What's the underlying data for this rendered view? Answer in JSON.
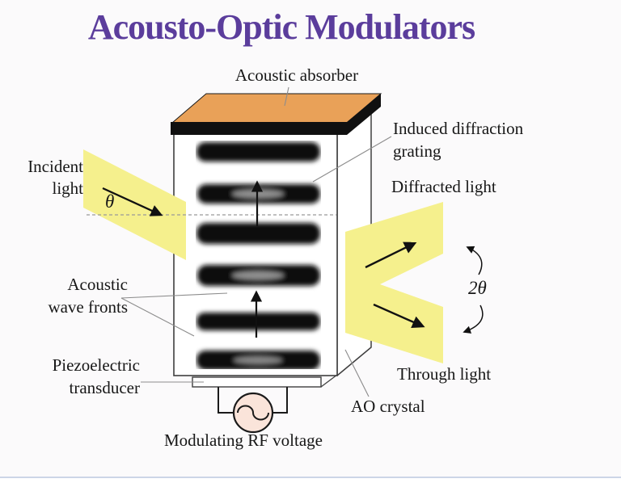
{
  "title": "Acousto-Optic Modulators",
  "labels": {
    "acoustic_absorber": "Acoustic absorber",
    "incident_light": "Incident\nlight",
    "theta": "θ",
    "induced_grating": "Induced diffraction\ngrating",
    "diffracted_light": "Diffracted light",
    "two_theta": "2θ",
    "acoustic_wave_fronts": "Acoustic\nwave fronts",
    "piezoelectric_transducer": "Piezoelectric\ntransducer",
    "through_light": "Through light",
    "ao_crystal": "AO crystal",
    "rf_voltage": "Modulating RF voltage"
  },
  "icons": {
    "ac_source_icon": "sine-wave-in-circle"
  },
  "colors": {
    "title_purple": "#5b3d9c",
    "beam_yellow": "#f5f08d",
    "absorber_orange": "#e9a158",
    "rf_source_fill": "#fae4da",
    "background": "#fbfafb",
    "band_black": "#0d0d0d"
  }
}
